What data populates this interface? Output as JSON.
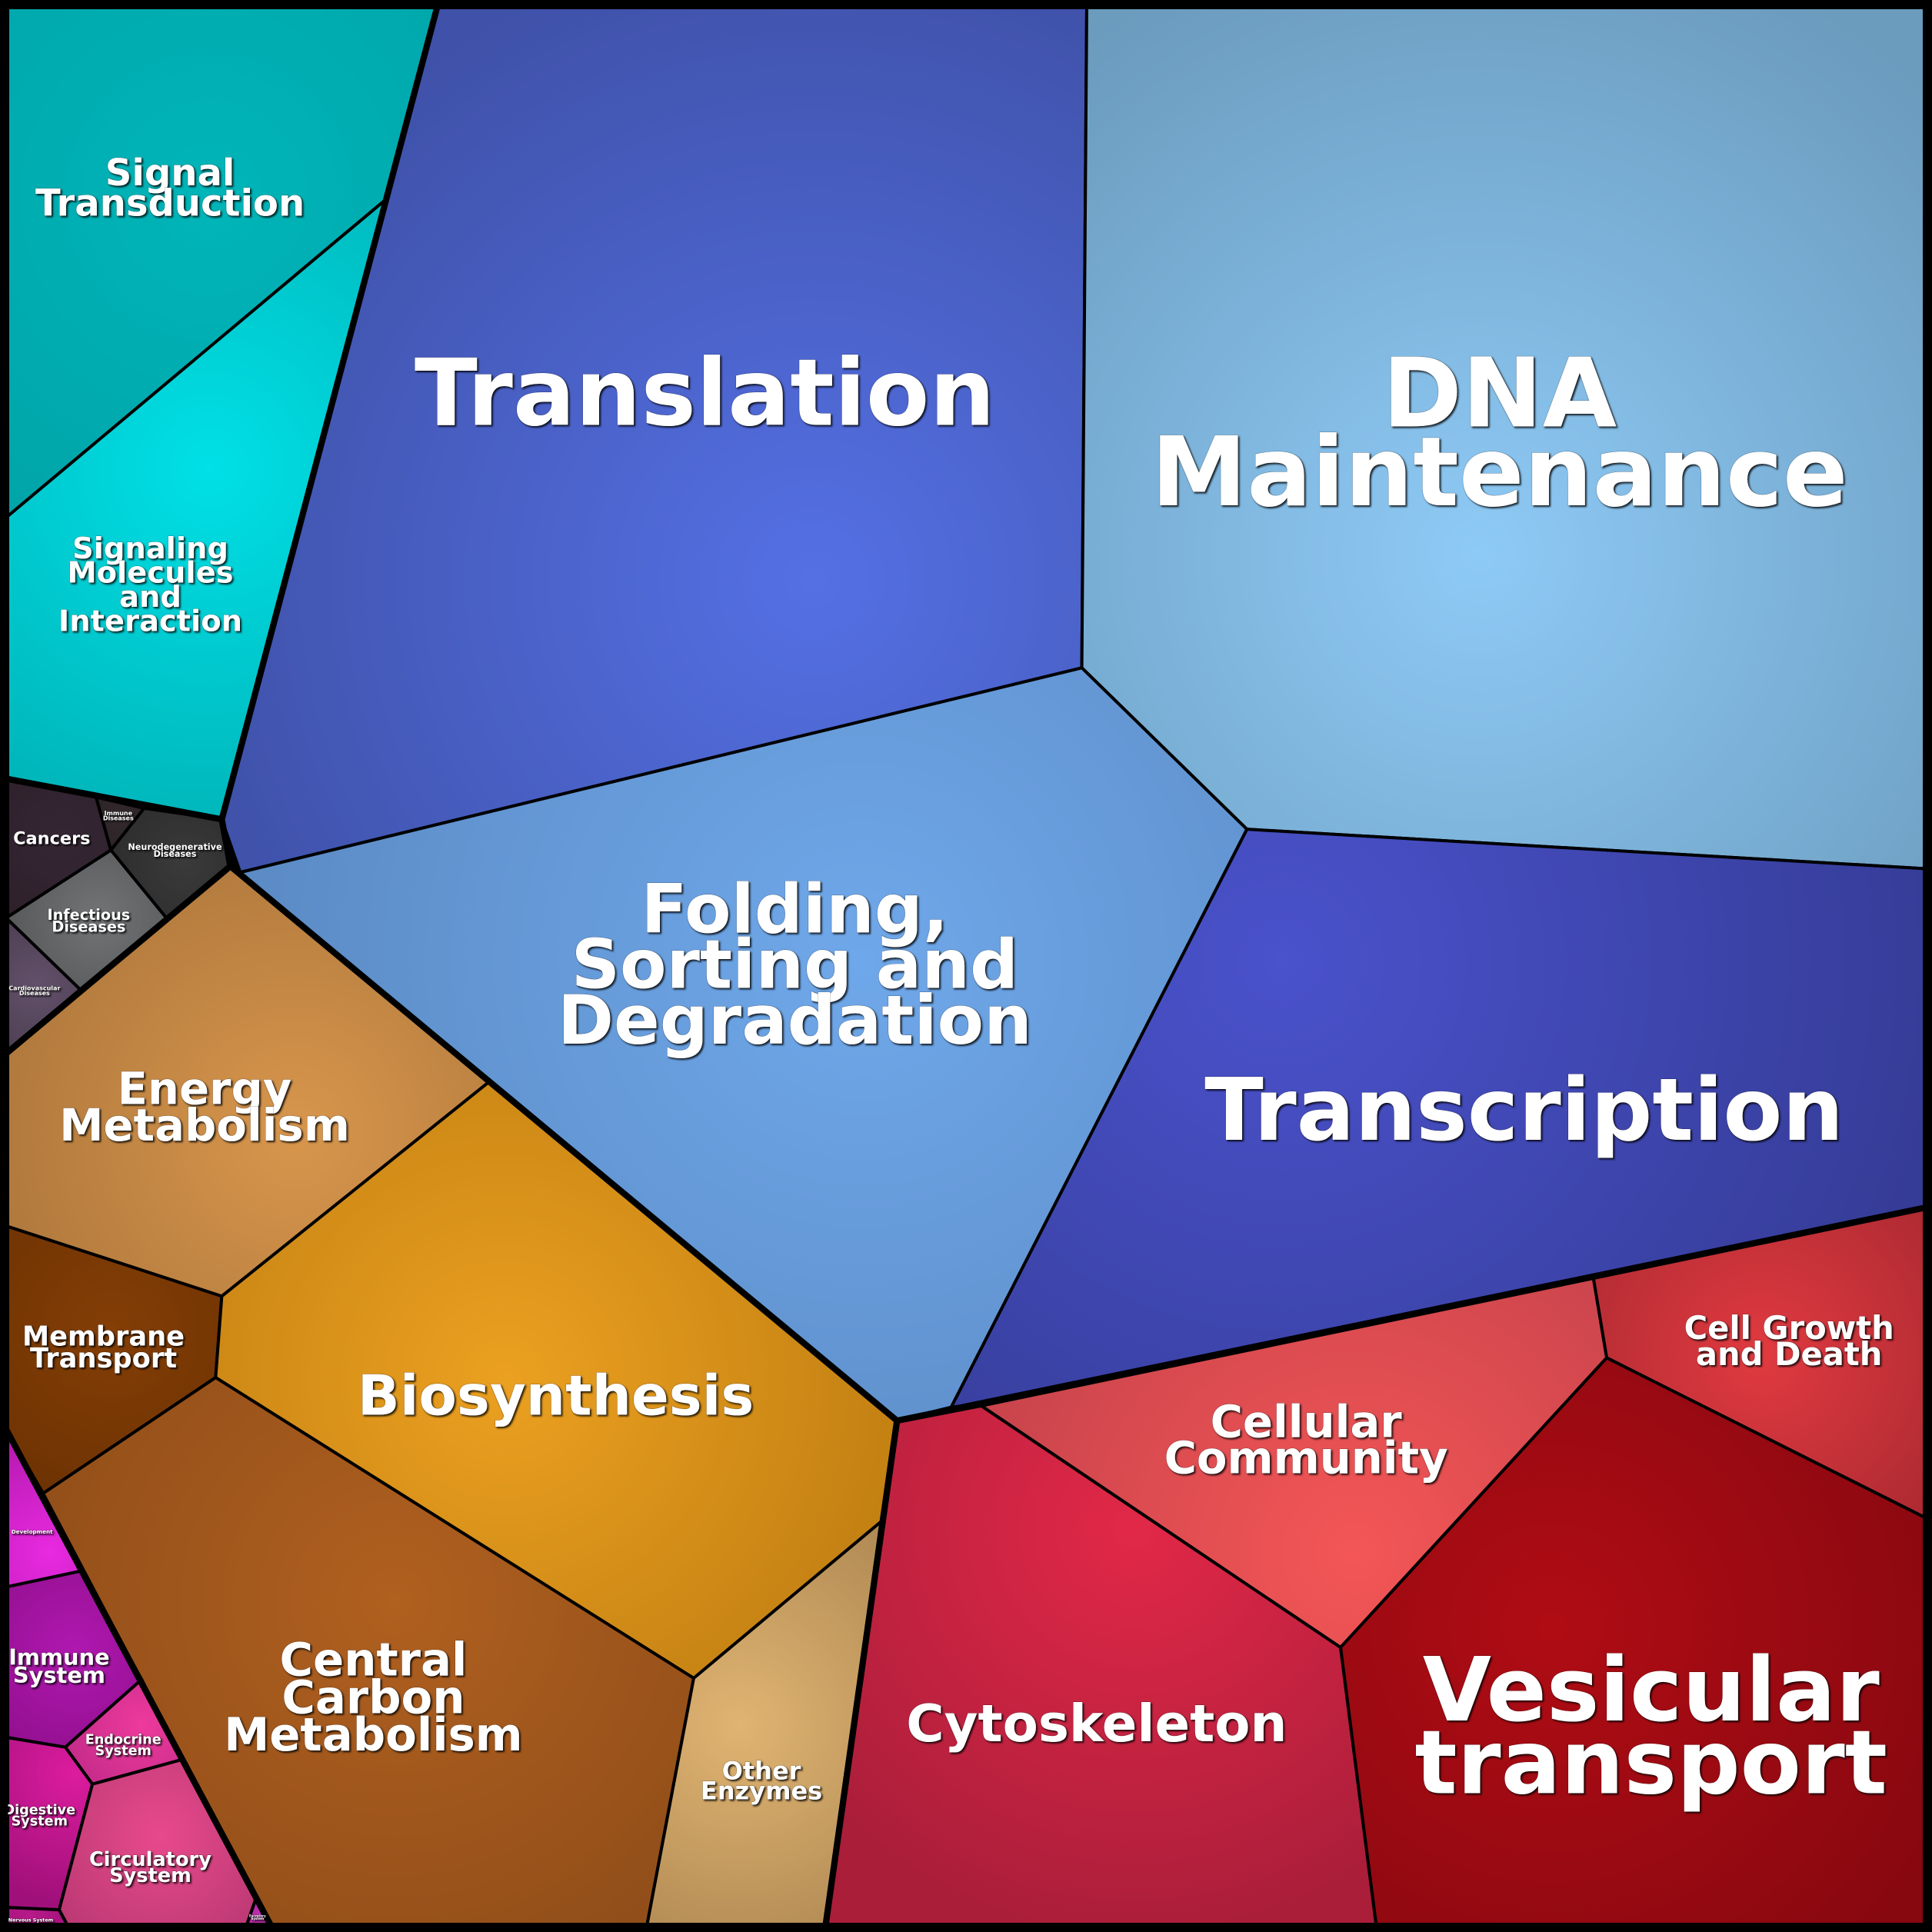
{
  "title": "Proteomap",
  "cells": [
    {
      "id": "signal-transduction",
      "group": "environmental",
      "lines": [
        "Signal",
        "Transduction"
      ],
      "color": "#00a4a8",
      "hi": "#00b5b9"
    },
    {
      "id": "signaling-molecules",
      "group": "environmental",
      "lines": [
        "Signaling",
        "Molecules",
        "and",
        "Interaction"
      ],
      "color": "#00aaae",
      "hi": "#00e0e6"
    },
    {
      "id": "translation",
      "group": "genetic",
      "lines": [
        "Translation"
      ],
      "color": "#3f51a8",
      "hi": "#5470e4"
    },
    {
      "id": "dna-maintenance",
      "group": "genetic",
      "lines": [
        "DNA",
        "Maintenance"
      ],
      "color": "#6b9bbd",
      "hi": "#8ecaf6"
    },
    {
      "id": "folding-sorting-degradation",
      "group": "genetic",
      "lines": [
        "Folding,",
        "Sorting and",
        "Degradation"
      ],
      "color": "#5784bc",
      "hi": "#6fa8ea"
    },
    {
      "id": "transcription",
      "group": "genetic",
      "lines": [
        "Transcription"
      ],
      "color": "#333a92",
      "hi": "#4a52cc"
    },
    {
      "id": "cancers",
      "group": "diseases",
      "lines": [
        "Cancers"
      ],
      "color": "#2c2029",
      "hi": "#352634"
    },
    {
      "id": "immune-diseases",
      "group": "diseases",
      "lines": [
        "Immune",
        "Diseases"
      ],
      "color": "#2a2225",
      "hi": "#33292d"
    },
    {
      "id": "neurodegenerative-diseases",
      "group": "diseases",
      "lines": [
        "Neurodegenerative",
        "Diseases"
      ],
      "color": "#2b2b2b",
      "hi": "#3b3a3a"
    },
    {
      "id": "infectious-diseases",
      "group": "diseases",
      "lines": [
        "Infectious",
        "Diseases"
      ],
      "color": "#4e5052",
      "hi": "#727476"
    },
    {
      "id": "cardiovascular-diseases",
      "group": "diseases",
      "lines": [
        "Cardiovascular",
        "Diseases"
      ],
      "color": "#45394a",
      "hi": "#62506a"
    },
    {
      "id": "energy-metabolism",
      "group": "metabolism",
      "lines": [
        "Energy",
        "Metabolism"
      ],
      "color": "#a8733a",
      "hi": "#d8964c"
    },
    {
      "id": "membrane-transport",
      "group": "metabolism",
      "lines": [
        "Membrane",
        "Transport"
      ],
      "color": "#6a3102",
      "hi": "#843e06"
    },
    {
      "id": "biosynthesis",
      "group": "metabolism",
      "lines": [
        "Biosynthesis"
      ],
      "color": "#b8780f",
      "hi": "#eba020"
    },
    {
      "id": "central-carbon-metabolism",
      "group": "metabolism",
      "lines": [
        "Central",
        "Carbon",
        "Metabolism"
      ],
      "color": "#8a4a18",
      "hi": "#b0601f"
    },
    {
      "id": "other-enzymes",
      "group": "metabolism",
      "lines": [
        "Other",
        "Enzymes"
      ],
      "color": "#a47f4c",
      "hi": "#e0b472"
    },
    {
      "id": "development",
      "group": "organismal",
      "lines": [
        "Development"
      ],
      "color": "#b51ab0",
      "hi": "#e82ae0"
    },
    {
      "id": "immune-system",
      "group": "organismal",
      "lines": [
        "Immune",
        "System"
      ],
      "color": "#8c0e88",
      "hi": "#b018b0"
    },
    {
      "id": "endocrine-system",
      "group": "organismal",
      "lines": [
        "Endocrine",
        "System"
      ],
      "color": "#c02a88",
      "hi": "#ee3a9c"
    },
    {
      "id": "digestive-system",
      "group": "organismal",
      "lines": [
        "Digestive",
        "System"
      ],
      "color": "#a0107a",
      "hi": "#dc1c9e"
    },
    {
      "id": "circulatory-system",
      "group": "organismal",
      "lines": [
        "Circulatory",
        "System"
      ],
      "color": "#b43670",
      "hi": "#e84a8c"
    },
    {
      "id": "nervous-system",
      "group": "organismal",
      "lines": [
        "Nervous System"
      ],
      "color": "#a0107a",
      "hi": "#b81a8a"
    },
    {
      "id": "excretory-system",
      "group": "organismal",
      "lines": [
        "Excretory",
        "System"
      ],
      "color": "#b020a0",
      "hi": "#c030b0"
    },
    {
      "id": "cytoskeleton",
      "group": "cellular",
      "lines": [
        "Cytoskeleton"
      ],
      "color": "#aa1e3a",
      "hi": "#e22848"
    },
    {
      "id": "cellular-community",
      "group": "cellular",
      "lines": [
        "Cellular",
        "Community"
      ],
      "color": "#c0404a",
      "hi": "#f45656"
    },
    {
      "id": "cell-growth-and-death",
      "group": "cellular",
      "lines": [
        "Cell Growth",
        "and Death"
      ],
      "color": "#a82830",
      "hi": "#e03a40"
    },
    {
      "id": "vesicular-transport",
      "group": "cellular",
      "lines": [
        "Vesicular",
        "transport"
      ],
      "color": "#880810",
      "hi": "#b00c14"
    }
  ]
}
